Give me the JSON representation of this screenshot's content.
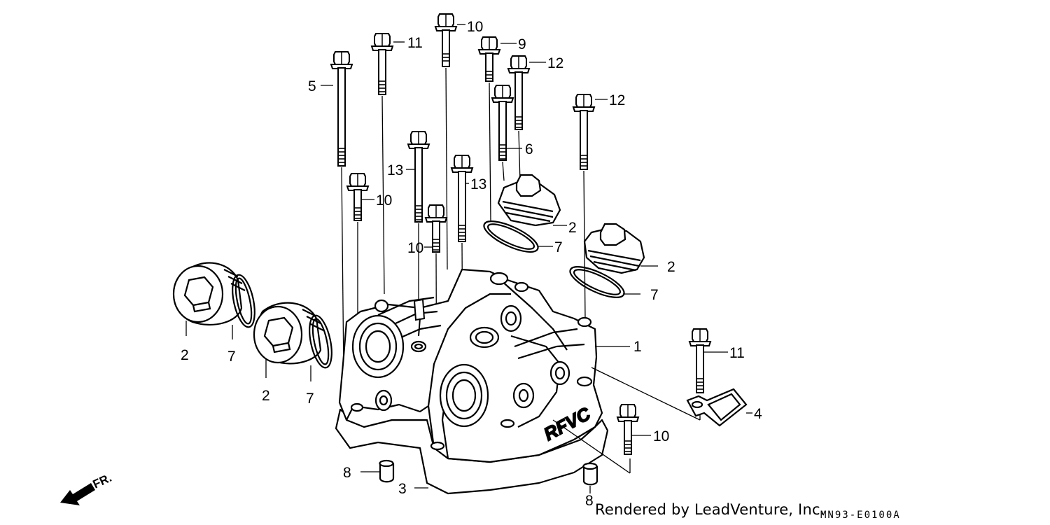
{
  "diagram": {
    "callouts": [
      {
        "id": "c5",
        "text": "5"
      },
      {
        "id": "c11a",
        "text": "11"
      },
      {
        "id": "c10a",
        "text": "10"
      },
      {
        "id": "c9",
        "text": "9"
      },
      {
        "id": "c12a",
        "text": "12"
      },
      {
        "id": "c12b",
        "text": "12"
      },
      {
        "id": "c6",
        "text": "6"
      },
      {
        "id": "c13a",
        "text": "13"
      },
      {
        "id": "c13b",
        "text": "13"
      },
      {
        "id": "c10b",
        "text": "10"
      },
      {
        "id": "c10c",
        "text": "10"
      },
      {
        "id": "c2a",
        "text": "2"
      },
      {
        "id": "c7a",
        "text": "7"
      },
      {
        "id": "c2b",
        "text": "2"
      },
      {
        "id": "c7b",
        "text": "7"
      },
      {
        "id": "c1",
        "text": "1"
      },
      {
        "id": "c11b",
        "text": "11"
      },
      {
        "id": "c4",
        "text": "4"
      },
      {
        "id": "c10d",
        "text": "10"
      },
      {
        "id": "c2c",
        "text": "2"
      },
      {
        "id": "c7c",
        "text": "7"
      },
      {
        "id": "c2d",
        "text": "2"
      },
      {
        "id": "c7d",
        "text": "7"
      },
      {
        "id": "c8a",
        "text": "8"
      },
      {
        "id": "c3",
        "text": "3"
      },
      {
        "id": "c8b",
        "text": "8"
      }
    ],
    "front_indicator": "FR.",
    "embossed_logo": "RFVC",
    "credit": "Rendered by LeadVenture, Inc.",
    "diagram_code": "MN93-E0100A"
  }
}
